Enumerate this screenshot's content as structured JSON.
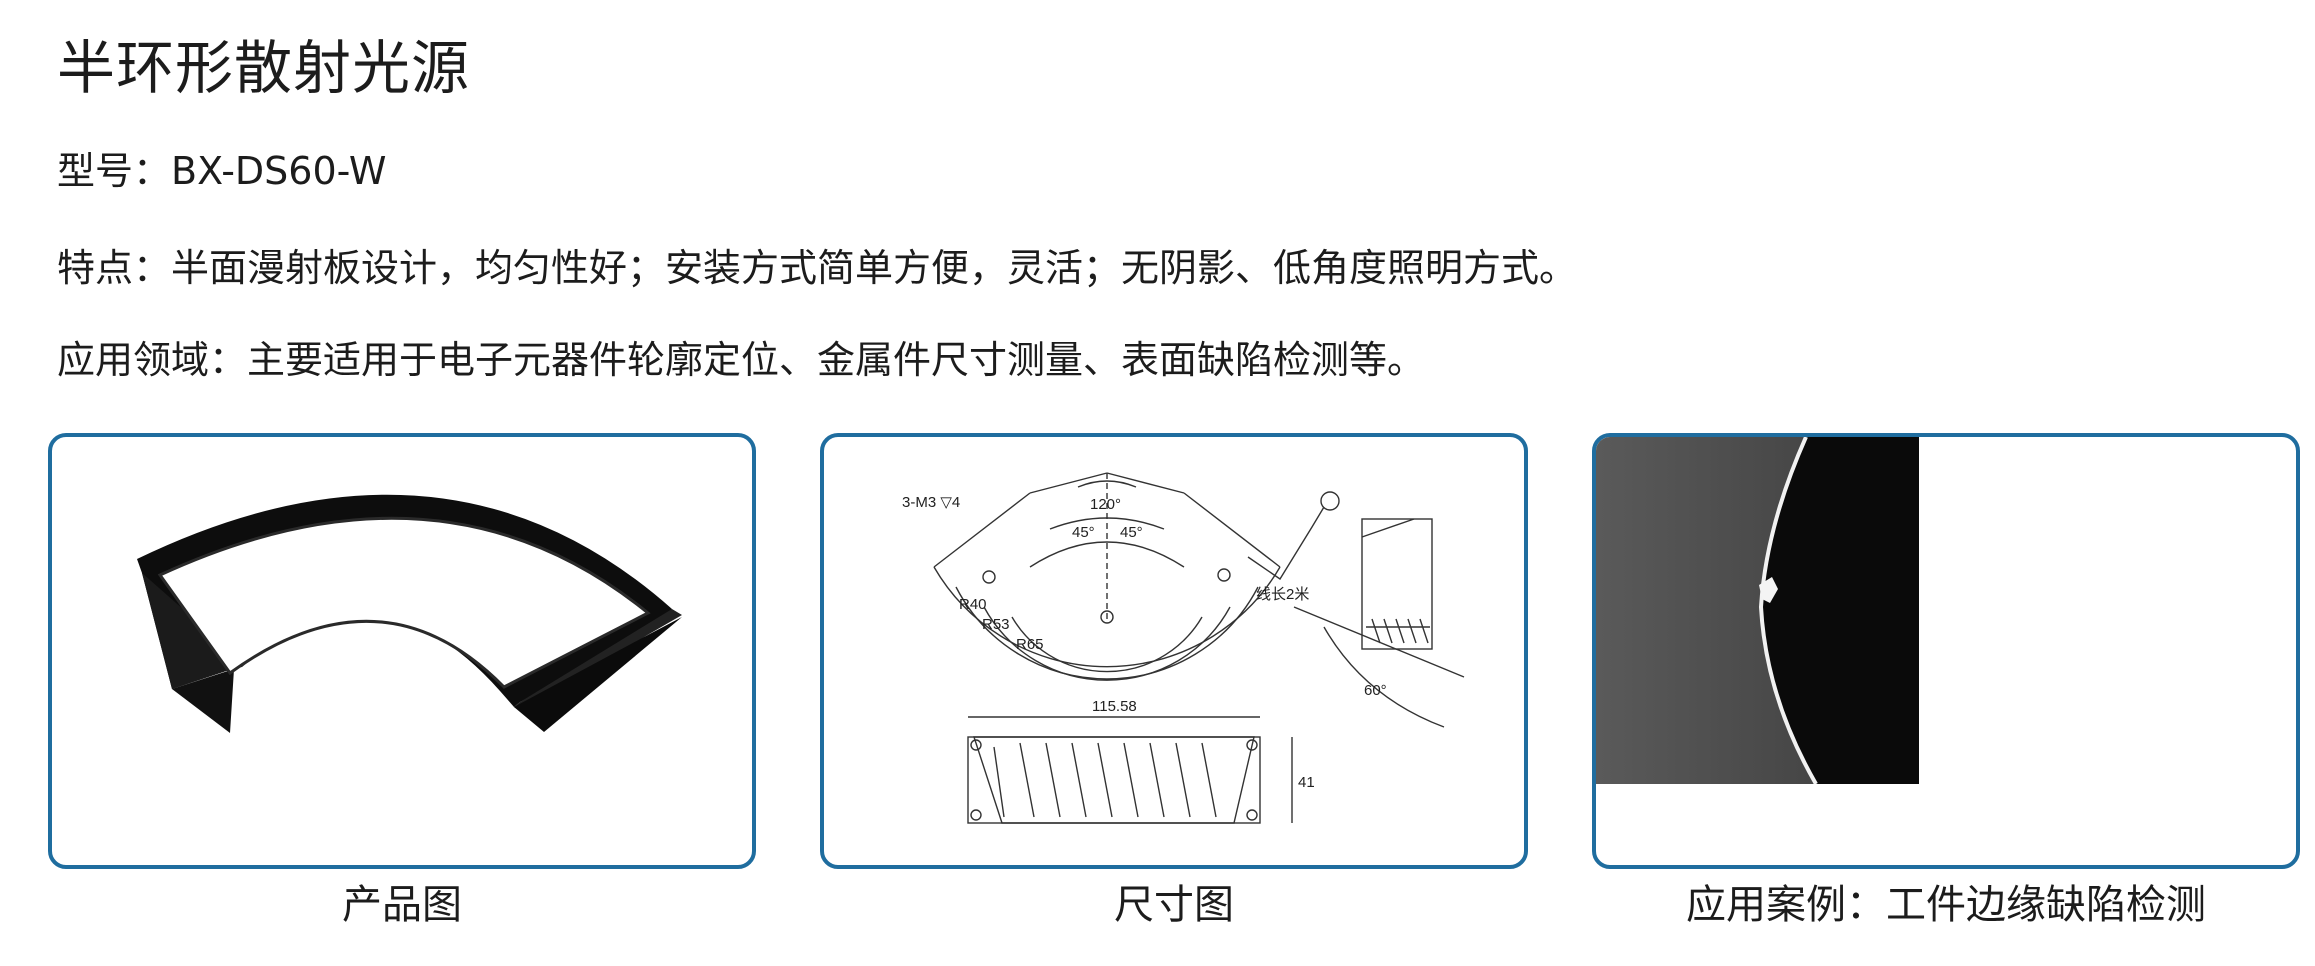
{
  "page": {
    "title": "半环形散射光源",
    "model": "型号：BX-DS60-W",
    "features": "特点：半面漫射板设计，均匀性好；安装方式简单方便，灵活；无阴影、低角度照明方式。",
    "application": "应用领域：主要适用于电子元器件轮廓定位、金属件尺寸测量、表面缺陷检测等。"
  },
  "panels": {
    "product": {
      "caption": "产品图"
    },
    "dimension": {
      "caption": "尺寸图",
      "labels": {
        "screw": "3-M3 ▽4",
        "angle_top": "120°",
        "angle_left": "45°",
        "angle_right": "45°",
        "r40": "R40",
        "r53": "R53",
        "r65": "R65",
        "cable": "线长2米",
        "angle_side": "60°",
        "width": "115.58",
        "height": "41"
      }
    },
    "application": {
      "caption": "应用案例：工件边缘缺陷检测"
    }
  },
  "colors": {
    "panel_border": "#1f6d9f",
    "text": "#1c1c1c"
  }
}
